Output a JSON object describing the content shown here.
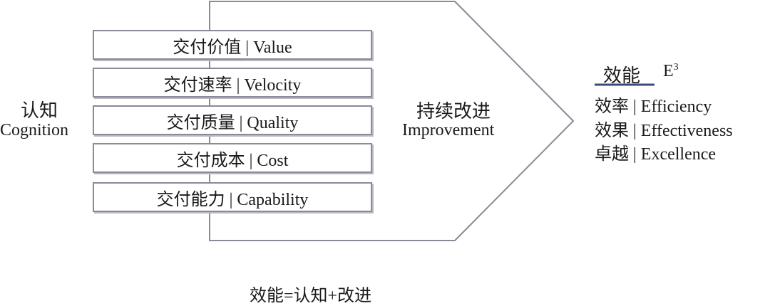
{
  "cognition": {
    "zh": "认知",
    "en": "Cognition"
  },
  "aspects": [
    {
      "label": "交付价值 | Value"
    },
    {
      "label": "交付速率 | Velocity"
    },
    {
      "label": "交付质量 | Quality"
    },
    {
      "label": "交付成本 | Cost"
    },
    {
      "label": "交付能力 | Capability"
    }
  ],
  "improvement": {
    "zh": "持续改进",
    "en": "Improvement"
  },
  "effectiveness": {
    "title": "效能",
    "symbol": "E",
    "exponent": "3",
    "items": [
      {
        "label": "效率 | Efficiency"
      },
      {
        "label": "效果 | Effectiveness"
      },
      {
        "label": "卓越 | Excellence"
      }
    ]
  },
  "formula": "效能=认知+改进"
}
